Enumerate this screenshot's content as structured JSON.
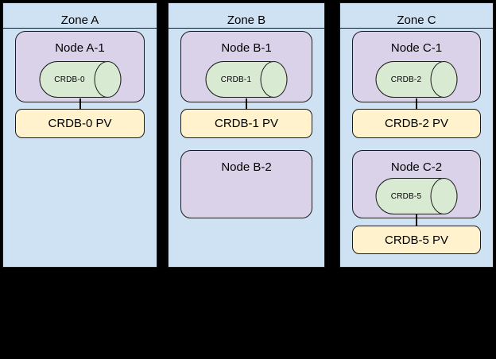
{
  "diagram_type": "kubernetes-zone-storage-topology",
  "zones": [
    {
      "label": "Zone A",
      "nodes": [
        {
          "label": "Node A-1",
          "pod": "CRDB-0",
          "pv": "CRDB-0 PV"
        }
      ]
    },
    {
      "label": "Zone B",
      "nodes": [
        {
          "label": "Node B-1",
          "pod": "CRDB-1",
          "pv": "CRDB-1 PV"
        },
        {
          "label": "Node B-2"
        }
      ]
    },
    {
      "label": "Zone C",
      "nodes": [
        {
          "label": "Node C-1",
          "pod": "CRDB-2",
          "pv": "CRDB-2 PV"
        },
        {
          "label": "Node C-2",
          "pod": "CRDB-5",
          "pv": "CRDB-5 PV"
        }
      ]
    }
  ],
  "colors": {
    "canvas_bg": "#000000",
    "zone_bg": "#cfe2f3",
    "node_bg": "#d9d2e9",
    "cylinder_bg": "#d9ead3",
    "pv_bg": "#fff2cc",
    "outline": "#1b1b1b",
    "connector": "#000000",
    "text": "#000000"
  }
}
